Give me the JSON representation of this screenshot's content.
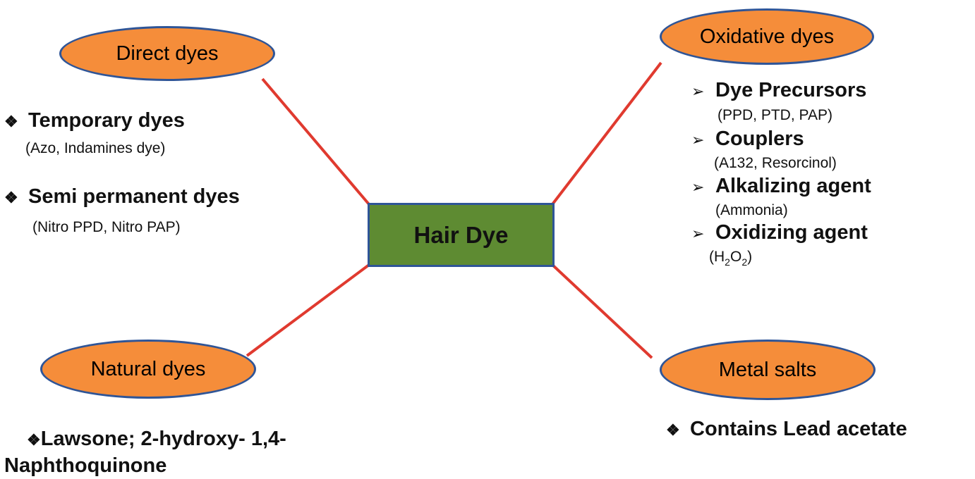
{
  "center": {
    "label": "Hair Dye"
  },
  "bullets": {
    "diamond": "❖",
    "arrow": "➢"
  },
  "colors": {
    "ellipse_fill": "#f58d3a",
    "outline": "#2f5597",
    "center_fill": "#5e8b32",
    "connector": "#e03a2f"
  },
  "branches": {
    "direct": {
      "label": "Direct dyes",
      "items": [
        {
          "title": "Temporary dyes",
          "detail": "(Azo, Indamines dye)"
        },
        {
          "title": "Semi permanent dyes",
          "detail": "(Nitro PPD, Nitro PAP)"
        }
      ]
    },
    "oxidative": {
      "label": "Oxidative dyes",
      "items": [
        {
          "title": "Dye Precursors",
          "detail": "(PPD, PTD, PAP)"
        },
        {
          "title": "Couplers",
          "detail": "(A132, Resorcinol)"
        },
        {
          "title": "Alkalizing agent",
          "detail": "(Ammonia)"
        },
        {
          "title": "Oxidizing agent",
          "detail_parts": [
            "(H",
            "2",
            "O",
            "2",
            ")"
          ]
        }
      ]
    },
    "natural": {
      "label": "Natural dyes",
      "items": [
        {
          "line1": "Lawsone; 2-hydroxy- 1,4-",
          "line2": "Naphthoquinone"
        }
      ]
    },
    "metal": {
      "label": "Metal salts",
      "items": [
        {
          "title": "Contains Lead acetate"
        }
      ]
    }
  }
}
